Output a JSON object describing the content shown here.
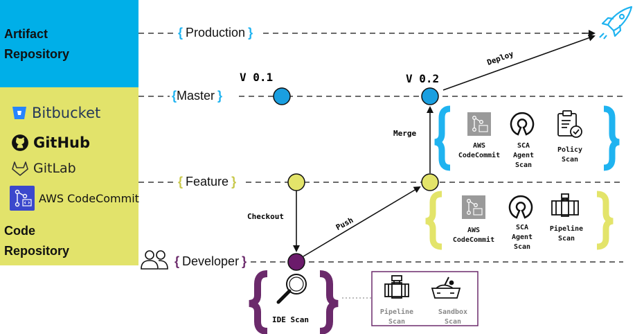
{
  "panels": {
    "artifact_title": "Artifact\nRepository",
    "code_title": "Code\nRepository"
  },
  "vendors": [
    {
      "name": "Bitbucket",
      "icon": "bitbucket-icon"
    },
    {
      "name": "GitHub",
      "icon": "github-icon"
    },
    {
      "name": "GitLab",
      "icon": "gitlab-icon"
    },
    {
      "name": "AWS CodeCommit",
      "icon": "aws-codecommit-icon"
    }
  ],
  "lanes": {
    "production": "Production",
    "master": "Master",
    "feature": "Feature",
    "developer": "Developer"
  },
  "versions": {
    "v1": "V 0.1",
    "v2": "V 0.2"
  },
  "arrows": {
    "deploy": "Deploy",
    "merge": "Merge",
    "checkout": "Checkout",
    "push": "Push"
  },
  "master_tools": [
    {
      "label": "AWS\nCodeCommit",
      "icon": "aws-codecommit-icon"
    },
    {
      "label": "SCA\nAgent\nScan",
      "icon": "opensource-icon"
    },
    {
      "label": "Policy\nScan",
      "icon": "clipboard-check-icon"
    }
  ],
  "feature_tools": [
    {
      "label": "AWS\nCodeCommit",
      "icon": "aws-codecommit-icon"
    },
    {
      "label": "SCA\nAgent\nScan",
      "icon": "opensource-icon"
    },
    {
      "label": "Pipeline\nScan",
      "icon": "pipeline-icon"
    }
  ],
  "dev_tools": {
    "ide": "IDE Scan",
    "pipeline": "Pipeline\nScan",
    "sandbox": "Sandbox\nScan"
  },
  "colors": {
    "artifact_panel": "#00afe8",
    "code_panel": "#e2e36b",
    "node_blue": "#1a9fe0",
    "node_yellow": "#e3e46a",
    "node_purple": "#6b1b6b",
    "brace_blue": "#1fb3f0",
    "brace_yellow": "#e3e46a",
    "brace_purple": "#6b2a6b"
  }
}
